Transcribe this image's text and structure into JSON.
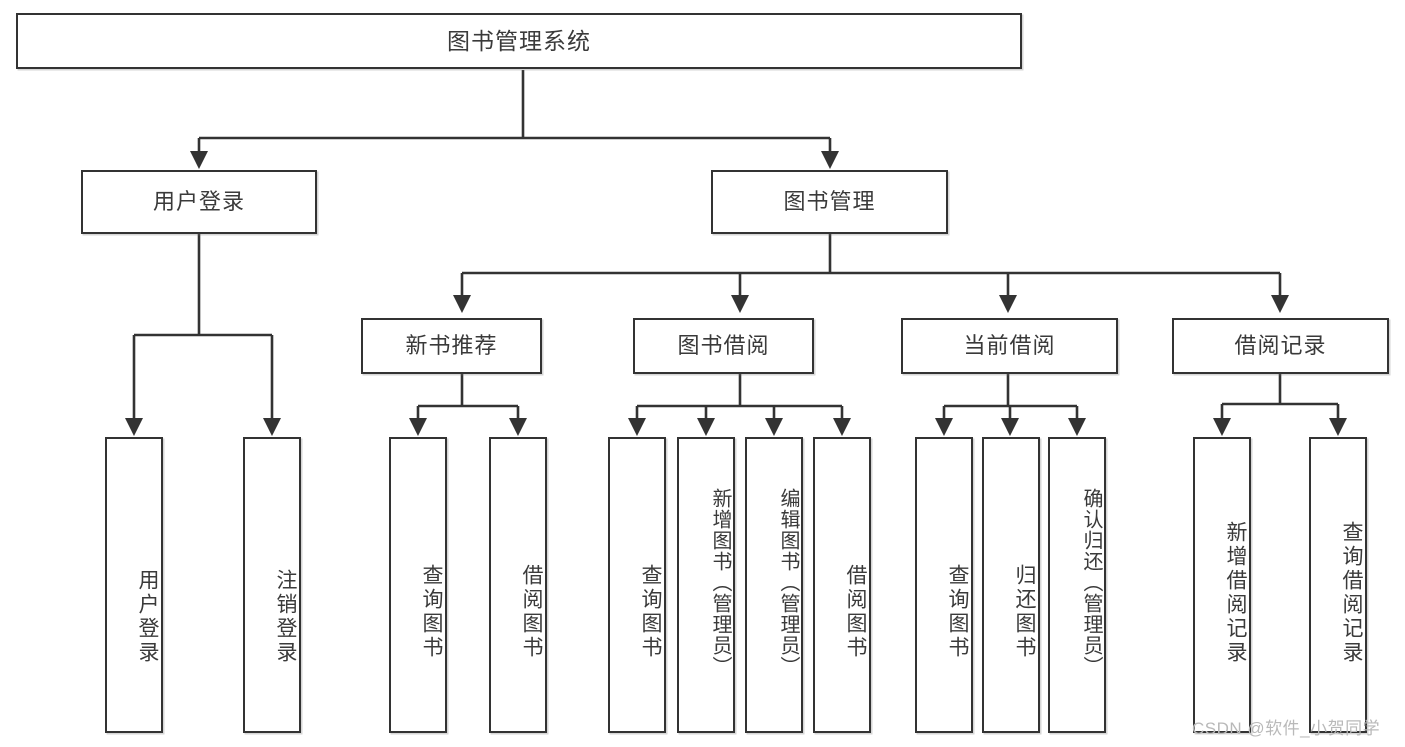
{
  "diagram": {
    "title": "图书管理系统",
    "type": "tree",
    "orientation": "top-down",
    "colors": {
      "node_border": "#333333",
      "node_fill": "#ffffff",
      "edge": "#333333",
      "text": "#3a3a3a",
      "watermark": "#b9b9b9",
      "background": "#ffffff"
    },
    "watermark": "CSDN @软件_小贺同学",
    "nodes": {
      "root": {
        "label": "图书管理系统",
        "level": 1
      },
      "level2": [
        {
          "id": "user-login",
          "label": "用户登录"
        },
        {
          "id": "book-manage",
          "label": "图书管理"
        }
      ],
      "level3": [
        {
          "id": "new-book-recommend",
          "label": "新书推荐"
        },
        {
          "id": "book-borrow",
          "label": "图书借阅"
        },
        {
          "id": "current-borrow",
          "label": "当前借阅"
        },
        {
          "id": "borrow-record",
          "label": "借阅记录"
        }
      ],
      "leaves": {
        "user-login": [
          {
            "id": "leaf-user-login",
            "label": "用户登录"
          },
          {
            "id": "leaf-logout-login",
            "label": "注销登录"
          }
        ],
        "new-book-recommend": [
          {
            "id": "leaf-query-book-1",
            "label": "查询图书"
          },
          {
            "id": "leaf-borrow-book-1",
            "label": "借阅图书"
          }
        ],
        "book-borrow": [
          {
            "id": "leaf-query-book-2",
            "label": "查询图书"
          },
          {
            "id": "leaf-add-book",
            "label": "新增图书（管理员）"
          },
          {
            "id": "leaf-edit-book",
            "label": "编辑图书（管理员）"
          },
          {
            "id": "leaf-borrow-book-2",
            "label": "借阅图书"
          }
        ],
        "current-borrow": [
          {
            "id": "leaf-query-book-3",
            "label": "查询图书"
          },
          {
            "id": "leaf-return-book",
            "label": "归还图书"
          },
          {
            "id": "leaf-confirm-return",
            "label": "确认归还（管理员）"
          }
        ],
        "borrow-record": [
          {
            "id": "leaf-add-record",
            "label": "新增借阅记录"
          },
          {
            "id": "leaf-query-record",
            "label": "查询借阅记录"
          }
        ]
      }
    },
    "edges": [
      {
        "from": "图书管理系统",
        "to": "用户登录"
      },
      {
        "from": "图书管理系统",
        "to": "图书管理"
      },
      {
        "from": "用户登录",
        "to": "用户登录"
      },
      {
        "from": "用户登录",
        "to": "注销登录"
      },
      {
        "from": "图书管理",
        "to": "新书推荐"
      },
      {
        "from": "图书管理",
        "to": "图书借阅"
      },
      {
        "from": "图书管理",
        "to": "当前借阅"
      },
      {
        "from": "图书管理",
        "to": "借阅记录"
      },
      {
        "from": "新书推荐",
        "to": "查询图书"
      },
      {
        "from": "新书推荐",
        "to": "借阅图书"
      },
      {
        "from": "图书借阅",
        "to": "查询图书"
      },
      {
        "from": "图书借阅",
        "to": "新增图书（管理员）"
      },
      {
        "from": "图书借阅",
        "to": "编辑图书（管理员）"
      },
      {
        "from": "图书借阅",
        "to": "借阅图书"
      },
      {
        "from": "当前借阅",
        "to": "查询图书"
      },
      {
        "from": "当前借阅",
        "to": "归还图书"
      },
      {
        "from": "当前借阅",
        "to": "确认归还（管理员）"
      },
      {
        "from": "借阅记录",
        "to": "新增借阅记录"
      },
      {
        "from": "借阅记录",
        "to": "查询借阅记录"
      }
    ]
  }
}
